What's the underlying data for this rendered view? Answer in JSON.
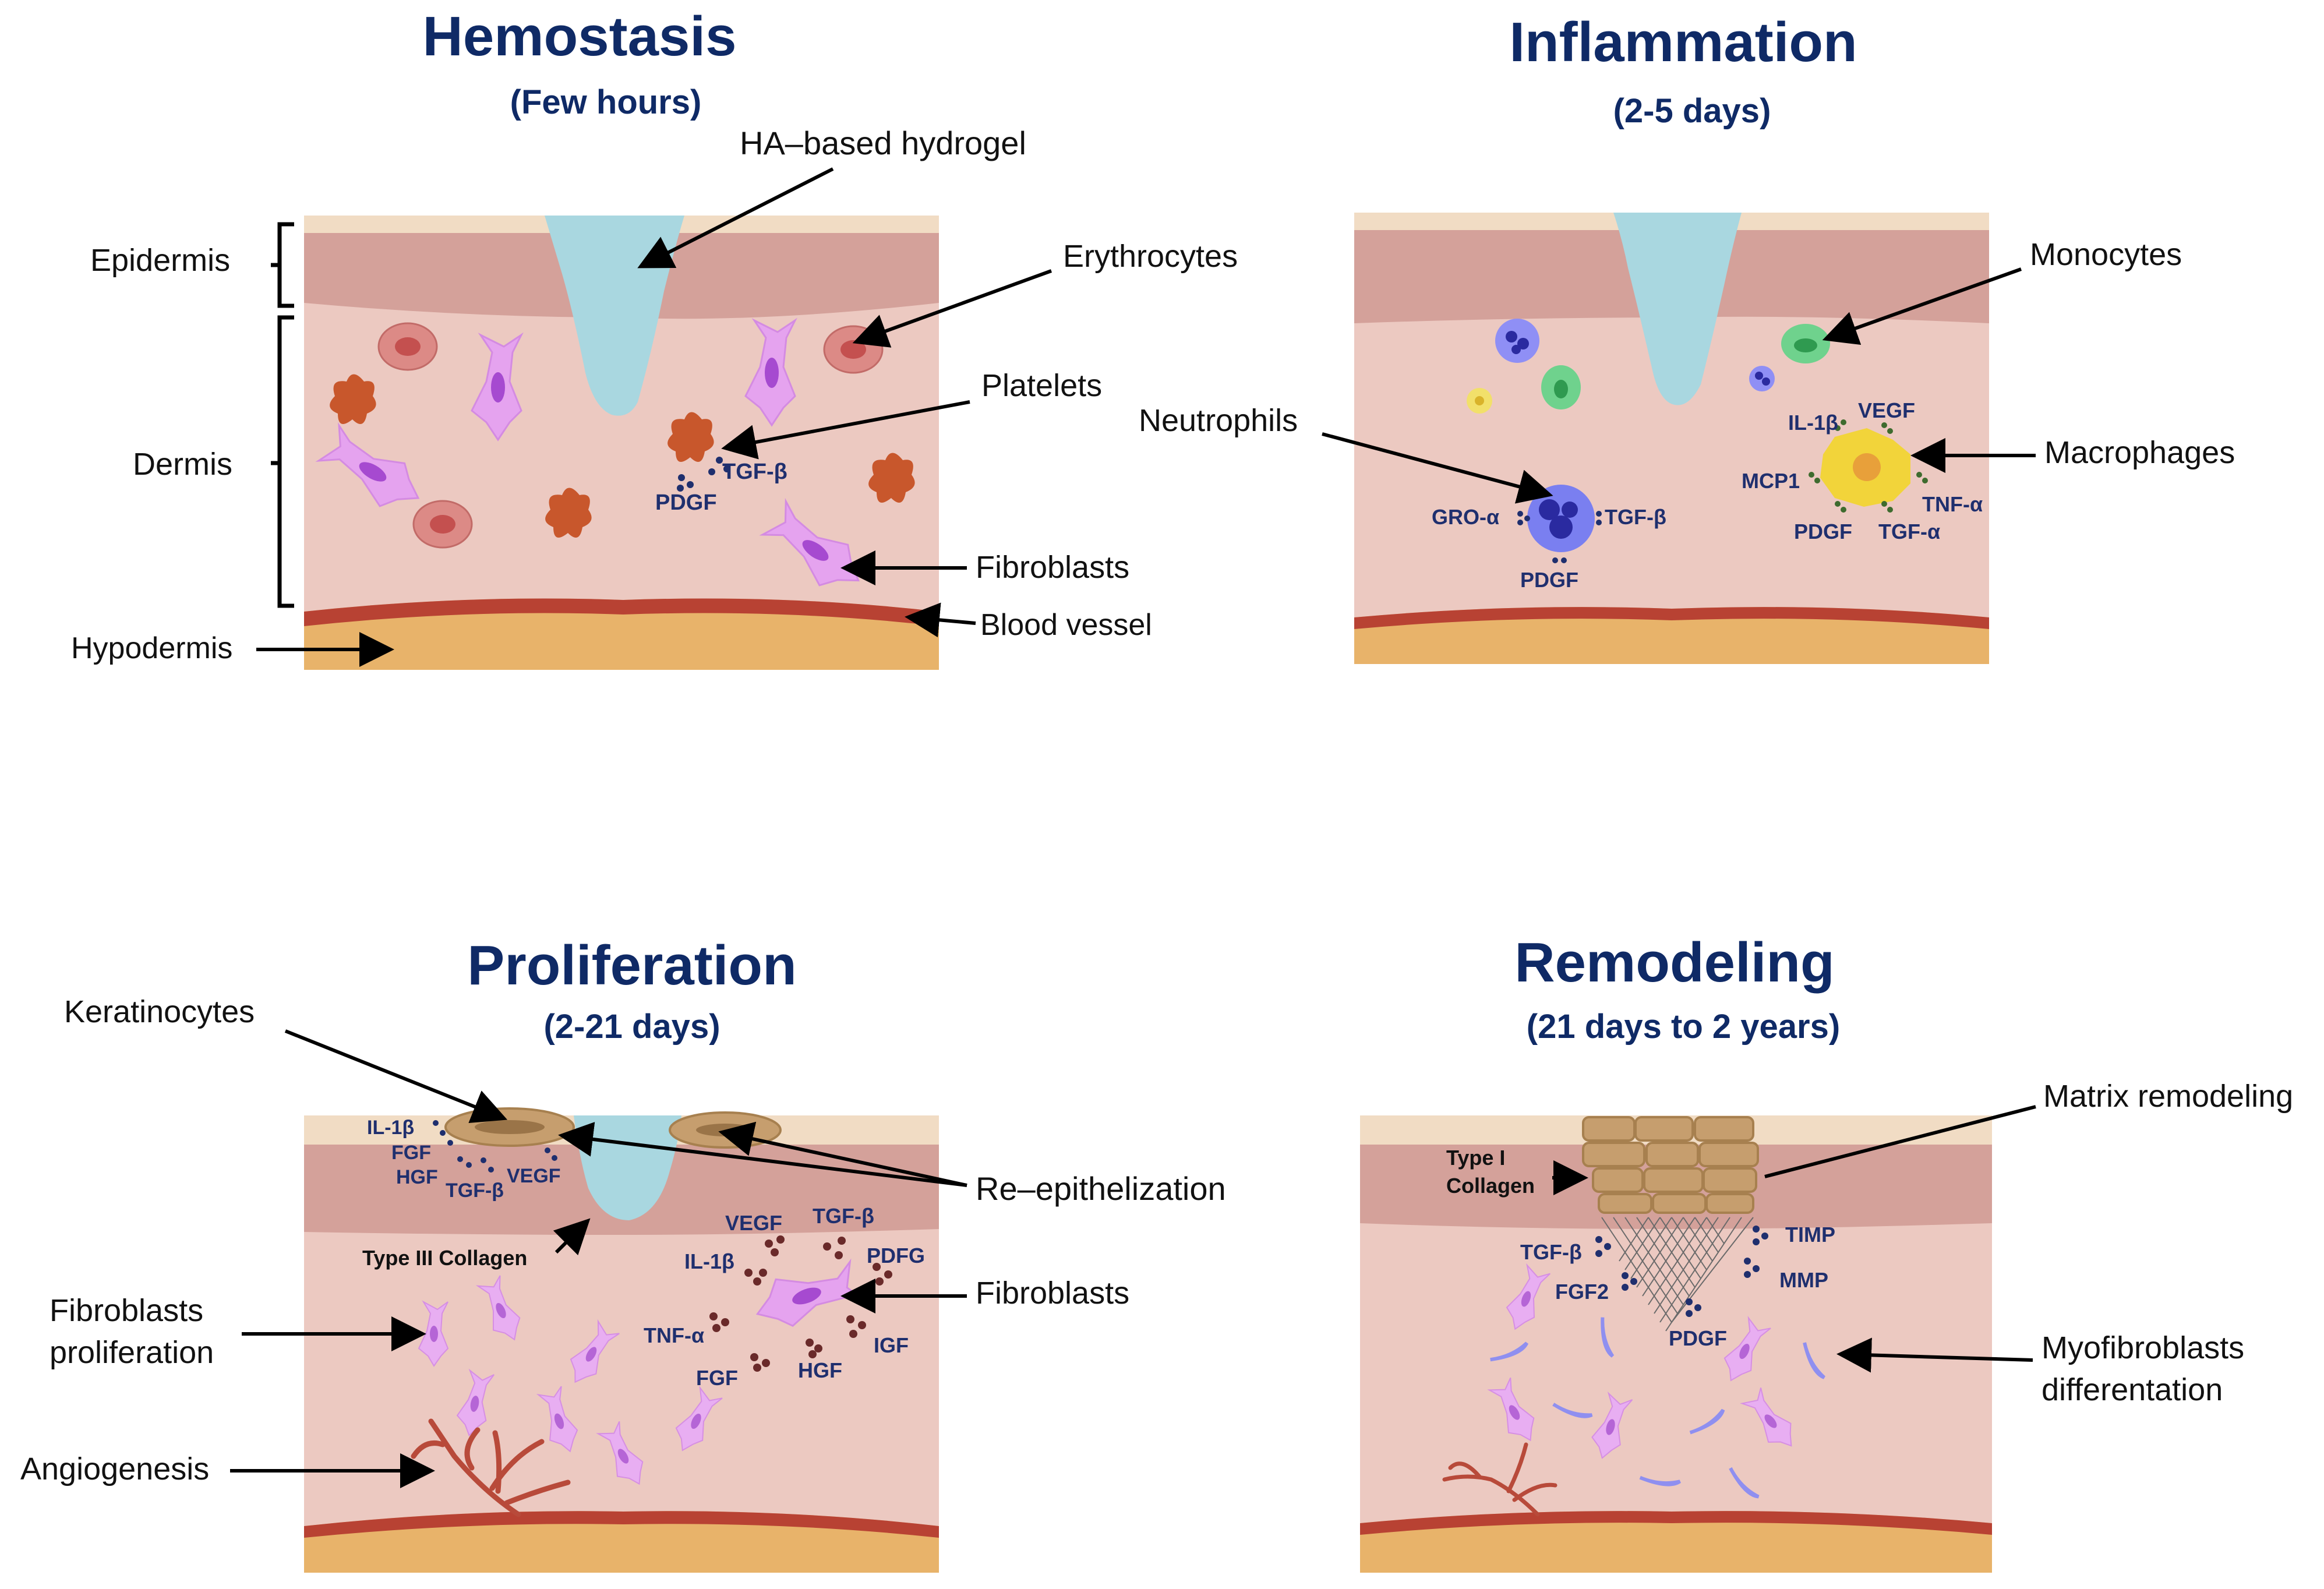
{
  "panels": {
    "hemostasis": {
      "title": "Hemostasis",
      "duration": "(Few hours)",
      "labels": {
        "hydrogel": "HA–based hydrogel",
        "epidermis": "Epidermis",
        "dermis": "Dermis",
        "hypodermis": "Hypodermis",
        "erythrocytes": "Erythrocytes",
        "platelets": "Platelets",
        "fibroblasts": "Fibroblasts",
        "blood_vessel": "Blood vessel"
      },
      "factors": [
        "TGF-β",
        "PDGF"
      ]
    },
    "inflammation": {
      "title": "Inflammation",
      "duration": "(2-5 days)",
      "labels": {
        "monocytes": "Monocytes",
        "neutrophils": "Neutrophils",
        "macrophages": "Macrophages"
      },
      "factors": {
        "il1b": "IL-1β",
        "vegf": "VEGF",
        "mcp1": "MCP1",
        "tnfa": "TNF-α",
        "pdgf_mac": "PDGF",
        "tgfa": "TGF-α",
        "groa": "GRO-α",
        "tgfb": "TGF-β",
        "pdgf_neu": "PDGF"
      }
    },
    "proliferation": {
      "title": "Proliferation",
      "duration": "(2-21 days)",
      "labels": {
        "keratinocytes": "Keratinocytes",
        "reepithelization": "Re–epithelization",
        "fibroblasts": "Fibroblasts",
        "fibro_prolif_1": "Fibroblasts",
        "fibro_prolif_2": "proliferation",
        "angiogenesis": "Angiogenesis",
        "type3": "Type III Collagen"
      },
      "factors": {
        "il1b_k": "IL-1β",
        "fgf_k": "FGF",
        "hgf_k": "HGF",
        "tgfb_k": "TGF-β",
        "vegf_k": "VEGF",
        "vegf_f": "VEGF",
        "tgfb_f": "TGF-β",
        "pdfg_f": "PDFG",
        "il1b_f": "IL-1β",
        "tnfa_f": "TNF-α",
        "igf_f": "IGF",
        "fgf_f": "FGF",
        "hgf_f": "HGF"
      }
    },
    "remodeling": {
      "title": "Remodeling",
      "duration": "(21 days to 2 years)",
      "labels": {
        "matrix": "Matrix remodeling",
        "myo_1": "Myofibroblasts",
        "myo_2": "differentation",
        "type1_1": "Type I",
        "type1_2": "Collagen"
      },
      "factors": {
        "tgfb": "TGF-β",
        "fgf2": "FGF2",
        "pdgf": "PDGF",
        "timp": "TIMP",
        "mmp": "MMP"
      }
    }
  },
  "colors": {
    "title": "#0f2a66",
    "epidermis_top": "#f1dcc4",
    "epidermis": "#d4a19a",
    "dermis": "#ecc9c1",
    "vessel": "#b84233",
    "hypodermis": "#e8b36a",
    "hydrogel": "#a9d7e0",
    "fibroblast": "#e5a3ef",
    "cytokine": "#1f2f6e"
  }
}
